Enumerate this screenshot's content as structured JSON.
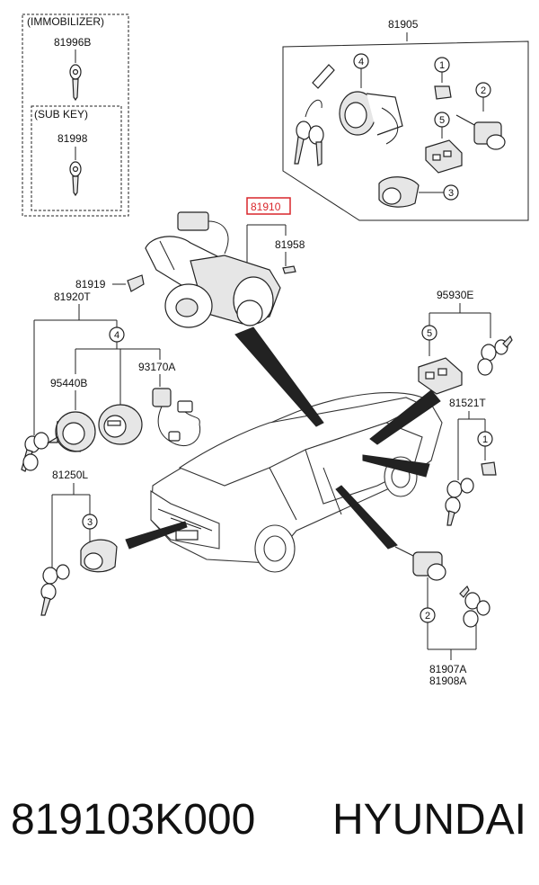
{
  "groups": {
    "immobilizer": "(IMMOBILIZER)",
    "sub_key": "(SUB KEY)"
  },
  "labels": {
    "p81996B": "81996B",
    "p81998": "81998",
    "p81905": "81905",
    "p81910": "81910",
    "p81958": "81958",
    "p81919": "81919",
    "p81920T": "81920T",
    "p95930E": "95930E",
    "p95440B": "95440B",
    "p93170A": "93170A",
    "p81521T": "81521T",
    "p81250L": "81250L",
    "p81907A": "81907A",
    "p81908A": "81908A"
  },
  "callouts": {
    "c1a": "1",
    "c2a": "2",
    "c3a": "3",
    "c4a": "4",
    "c5a": "5",
    "c4b": "4",
    "c5b": "5",
    "c1b": "1",
    "c3b": "3",
    "c2b": "2"
  },
  "highlight_color": "#d9262b",
  "footer": {
    "part_number": "819103K000",
    "brand": "HYUNDAI"
  }
}
